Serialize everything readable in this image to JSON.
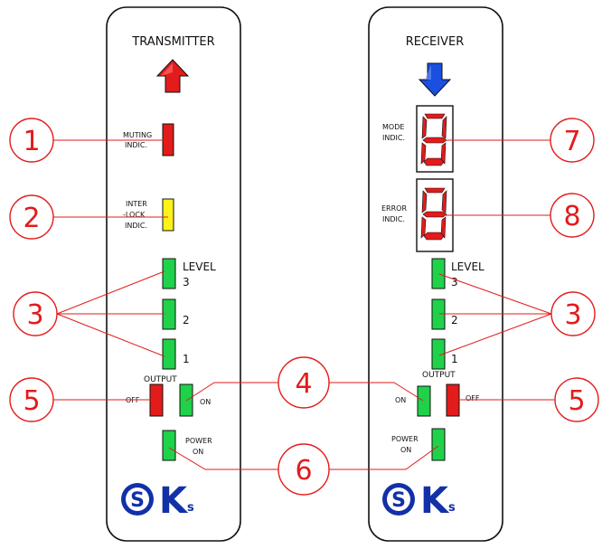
{
  "transmitter": {
    "title": "TRANSMITTER",
    "muting_label_1": "MUTING",
    "muting_label_2": "INDIC.",
    "interlock_label_1": "INTER",
    "interlock_label_2": "-LOCK",
    "interlock_label_3": "INDIC.",
    "level_title": "LEVEL",
    "level_3": "3",
    "level_2": "2",
    "level_1": "1",
    "output_label": "OUTPUT",
    "off_label": "OFF",
    "on_label": "ON",
    "power_label_1": "POWER",
    "power_label_2": "ON",
    "safety_mark": "S",
    "kc_mark": "K",
    "kc_sub": "s"
  },
  "receiver": {
    "title": "RECEIVER",
    "mode_label_1": "MODE",
    "mode_label_2": "INDIC.",
    "error_label_1": "ERROR",
    "error_label_2": "INDIC.",
    "level_title": "LEVEL",
    "level_3": "3",
    "level_2": "2",
    "level_1": "1",
    "output_label": "OUTPUT",
    "on_label": "ON",
    "off_label": "OFF",
    "power_label_1": "POWER",
    "power_label_2": "ON",
    "safety_mark": "S",
    "kc_mark": "K",
    "kc_sub": "s"
  },
  "callouts": {
    "c1": "1",
    "c2": "2",
    "c3_left": "3",
    "c3_right": "3",
    "c4": "4",
    "c5_left": "5",
    "c5_right": "5",
    "c6": "6",
    "c7": "7",
    "c8": "8"
  },
  "colors": {
    "callout": "#e31b1b",
    "led_green": "#1fd24a",
    "led_red": "#e31b1b",
    "led_yellow": "#fff21a",
    "arrow_up": "#e31b1b",
    "arrow_down": "#1a4fe0",
    "logo": "#1230a8"
  }
}
